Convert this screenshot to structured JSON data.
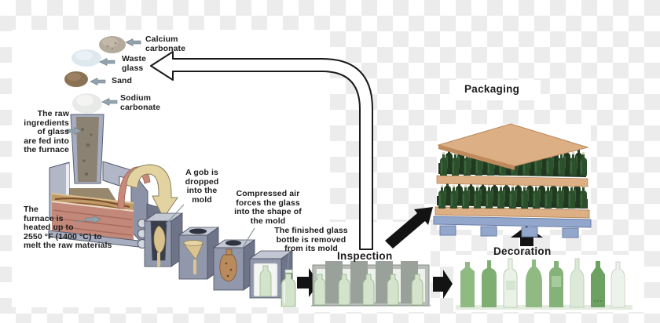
{
  "palette": {
    "checker_gray": "#ececec",
    "ink": "#1b1b1b",
    "steel_light": "#c3c7d4",
    "steel_mid": "#9298ac",
    "steel_dark": "#6f7589",
    "molten_tan": "#c09a68",
    "firebrick_salmon": "#c2897b",
    "gob_khaki": "#e2d3a0",
    "bottle_pale_green": "#d4e4cc",
    "bottle_green": "#8fbb83",
    "bottle_dark_green": "#2c4f2c",
    "cardboard": "#dcb084",
    "pallet_blue": "#93a7cc",
    "arrow_black": "#131313",
    "recycle_arrow_fill": "#ffffff"
  },
  "ingredients": [
    {
      "name": "calcium-carbonate",
      "label": "Calcium\ncarbonate"
    },
    {
      "name": "waste-glass",
      "label": "Waste\nglass"
    },
    {
      "name": "sand",
      "label": "Sand"
    },
    {
      "name": "sodium-carbonate",
      "label": "Sodium\ncarbonate"
    }
  ],
  "annotations": {
    "raw_feed": "The raw\ningredients\nof glass\nare fed into\nthe furnace",
    "furnace_heat": "The\nfurnace is\nheated up to\n2550 °F (1400 °C) to\nmelt the raw materials",
    "gob_drop": "A gob is\ndropped\ninto the\nmold",
    "compressed_air": "Compressed air\nforces the glass\ninto the shape of\nthe mold",
    "finished_bottle": "The finished glass\nbottle is removed\nfrom its mold"
  },
  "stations": {
    "inspection": "Inspection",
    "packaging": "Packaging",
    "decoration": "Decoration"
  }
}
